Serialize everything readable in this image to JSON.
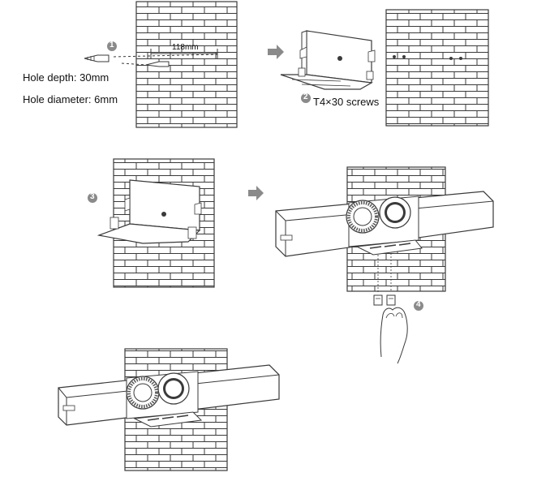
{
  "steps": {
    "s1": {
      "number": "1",
      "dimension": "118mm",
      "hole_depth": "Hole depth: 30mm",
      "hole_diameter": "Hole diameter: 6mm"
    },
    "s2": {
      "number": "2",
      "screws": "T4×30 screws"
    },
    "s3": {
      "number": "3"
    },
    "s4": {
      "number": "4"
    }
  },
  "colors": {
    "line": "#3a3a3a",
    "badge": "#8a8a8a",
    "arrow": "#8a8a8a"
  },
  "icons": [
    "next-arrow-icon",
    "wall-anchor-icon",
    "screw-icon",
    "hand-icon",
    "camera-lens-icon"
  ]
}
